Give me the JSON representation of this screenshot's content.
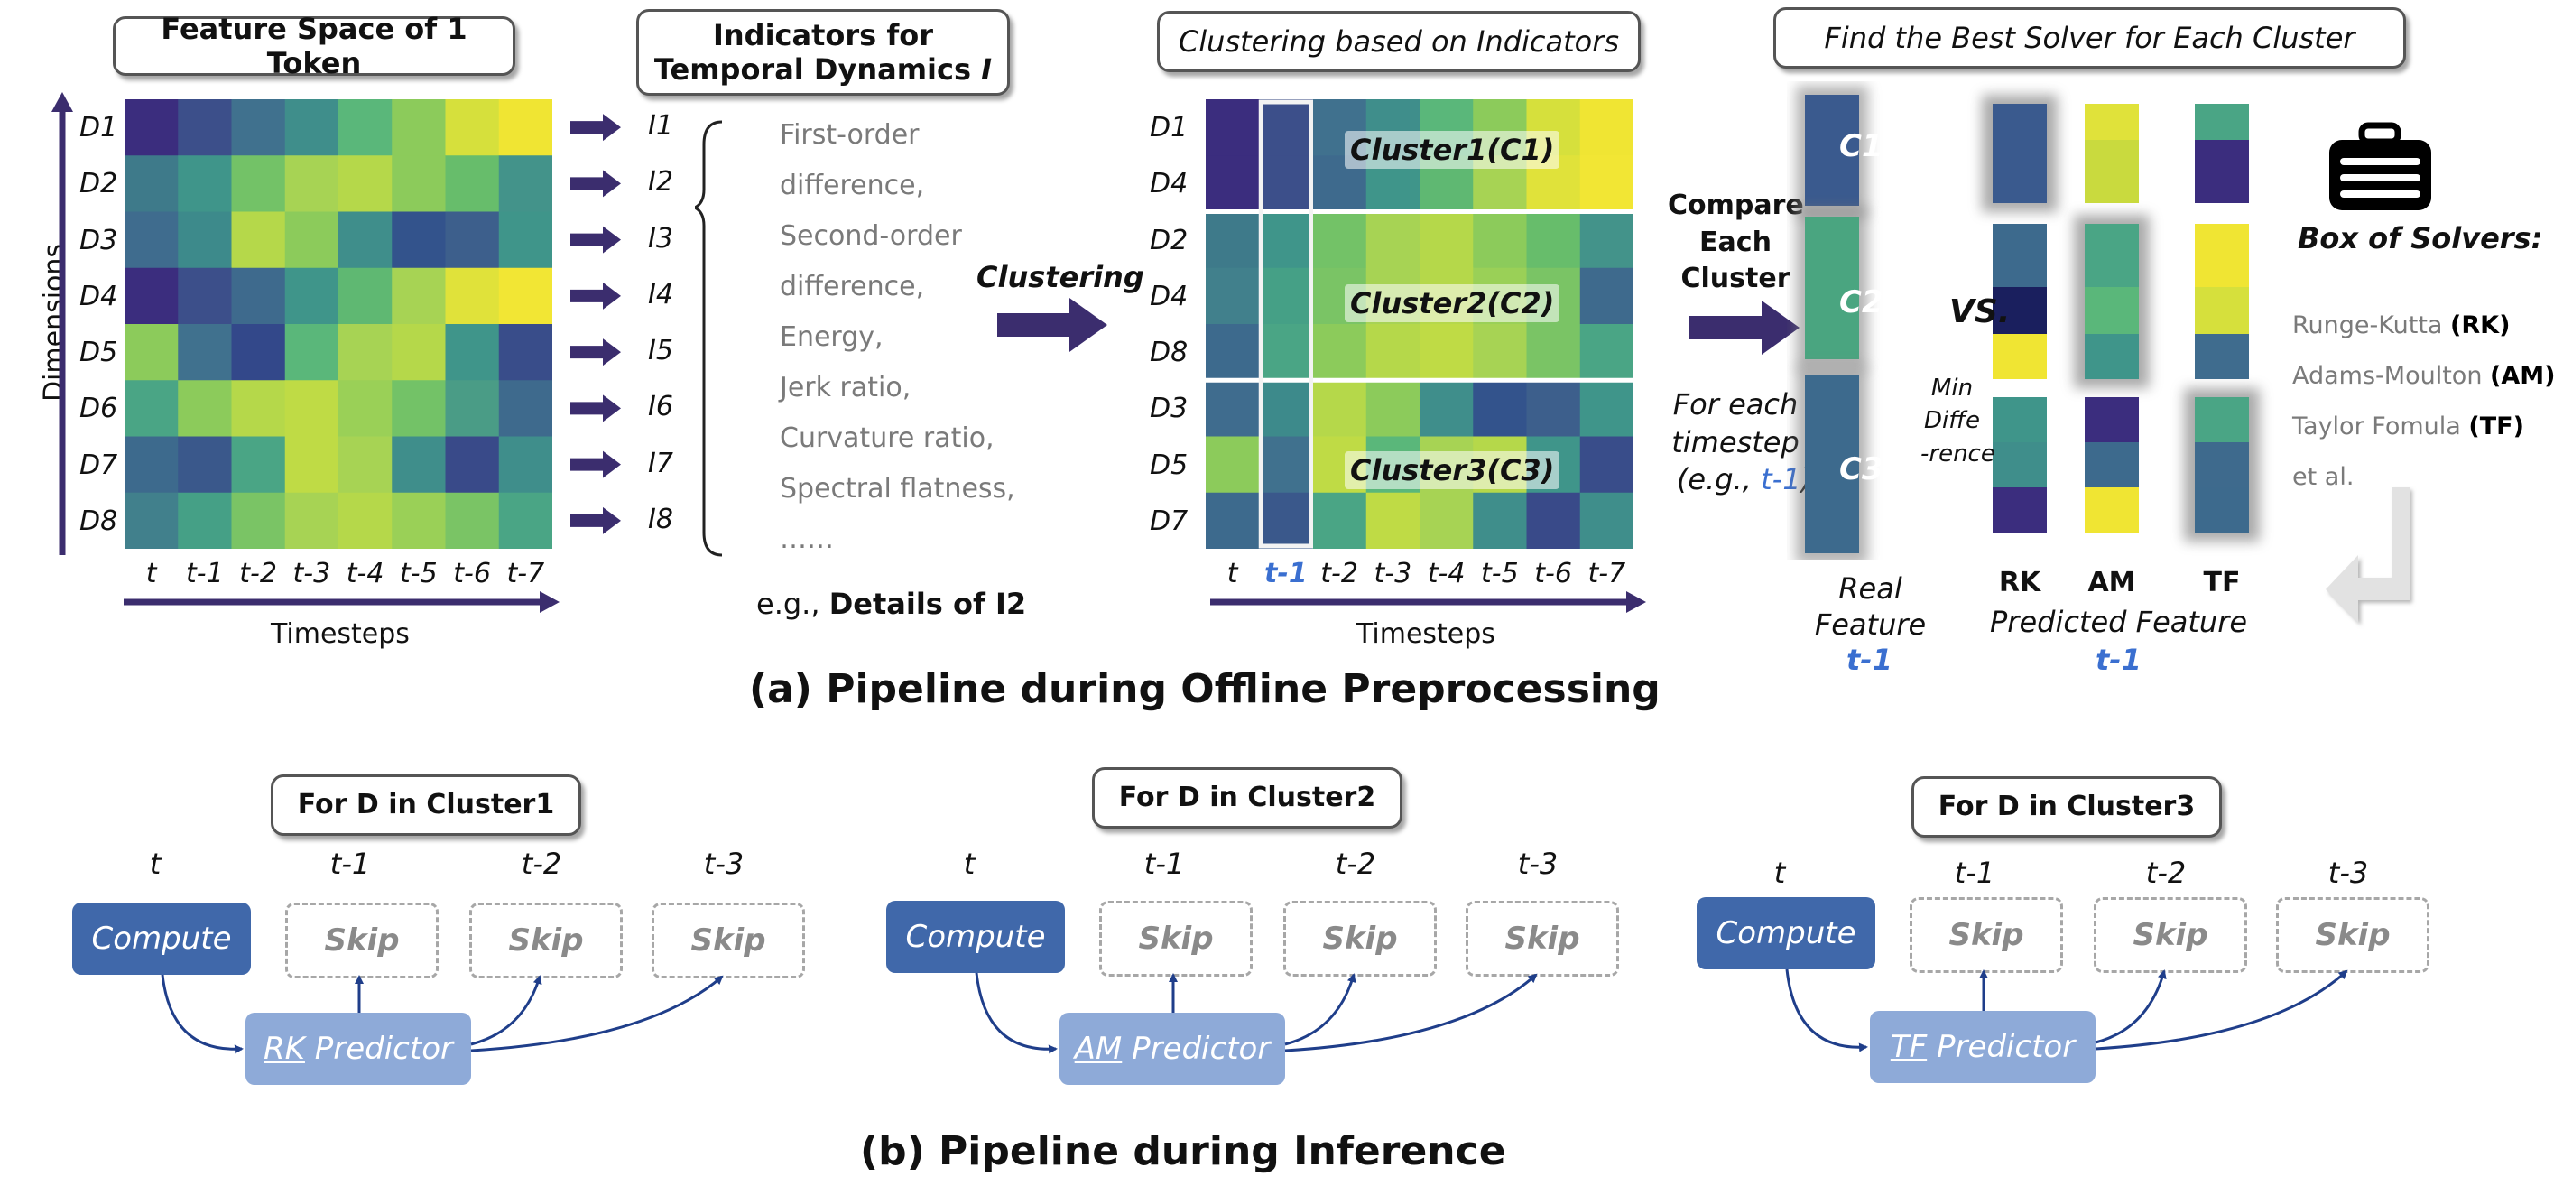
{
  "part_a": {
    "caption": "(a) Pipeline during Offline Preprocessing",
    "feature_space": {
      "title": "Feature Space of 1 Token",
      "dimensions_label": "Dimensions",
      "timesteps_label": "Timesteps",
      "rows": [
        "D1",
        "D2",
        "D3",
        "D4",
        "D5",
        "D6",
        "D7",
        "D8"
      ],
      "cols": [
        "t",
        "t-1",
        "t-2",
        "t-3",
        "t-4",
        "t-5",
        "t-6",
        "t-7"
      ],
      "grid": [
        [
          "#3b2d7e",
          "#3c4f8a",
          "#40718e",
          "#3f8e8b",
          "#5ab77a",
          "#8ccb5b",
          "#d6e03c",
          "#f0e533"
        ],
        [
          "#3e7a8a",
          "#3f958a",
          "#73c267",
          "#a7d354",
          "#b5d84a",
          "#8ccb5b",
          "#67bd6b",
          "#43938a"
        ],
        [
          "#3f6c8e",
          "#3d8a8b",
          "#b5d84a",
          "#8ccb5b",
          "#3f8e8b",
          "#33538c",
          "#3d5f8c",
          "#3f958a"
        ],
        [
          "#3b2d7e",
          "#3c4f8a",
          "#3e6a8d",
          "#3f958a",
          "#5fb872",
          "#a7d354",
          "#e0e23a",
          "#f2e634"
        ],
        [
          "#8ccb5b",
          "#40718e",
          "#33488a",
          "#5ab77a",
          "#a7d354",
          "#b5d84a",
          "#3f958a",
          "#394d8a"
        ],
        [
          "#4aa585",
          "#8ccb5b",
          "#b5d84a",
          "#bfdb45",
          "#9ad057",
          "#73c267",
          "#4a9c86",
          "#3e6a8d"
        ],
        [
          "#3d6a8d",
          "#3a588b",
          "#4aa585",
          "#bfdb45",
          "#a7d354",
          "#3f8e8b",
          "#394a89",
          "#3f8e8b"
        ],
        [
          "#41808c",
          "#45a086",
          "#7ac465",
          "#a7d354",
          "#b5d84a",
          "#9ad057",
          "#7ac465",
          "#4aa585"
        ]
      ]
    },
    "indicators": {
      "title_line1": "Indicators for",
      "title_line2": "Temporal Dynamics ",
      "title_symbol": "I",
      "labels": [
        "I1",
        "I2",
        "I3",
        "I4",
        "I5",
        "I6",
        "I7",
        "I8"
      ],
      "details": [
        "First-order",
        "difference,",
        "Second-order",
        "difference,",
        "Energy,",
        "Jerk ratio,",
        "Curvature ratio,",
        "Spectral flatness,",
        "……"
      ],
      "example_prefix": "e.g., ",
      "example_bold": "Details of I2"
    },
    "clustering": {
      "arrow_label": "Clustering",
      "title": "Clustering based on Indicators",
      "rows": [
        "D1",
        "D4",
        "D2",
        "D4",
        "D8",
        "D3",
        "D5",
        "D7"
      ],
      "cols": [
        "t",
        "t-1",
        "t-2",
        "t-3",
        "t-4",
        "t-5",
        "t-6",
        "t-7"
      ],
      "highlight_col": "t-1",
      "timesteps_label": "Timesteps",
      "clusters": [
        "Cluster1(C1)",
        "Cluster2(C2)",
        "Cluster3(C3)"
      ],
      "grid": [
        [
          "#3b2d7e",
          "#3c4f8a",
          "#40718e",
          "#3f8e8b",
          "#5ab77a",
          "#8ccb5b",
          "#d6e03c",
          "#f0e533"
        ],
        [
          "#3b2d7e",
          "#3c4f8a",
          "#3e6a8d",
          "#3f958a",
          "#5fb872",
          "#a7d354",
          "#e0e23a",
          "#f2e634"
        ],
        [
          "#3e7a8a",
          "#3f958a",
          "#73c267",
          "#a7d354",
          "#b5d84a",
          "#8ccb5b",
          "#67bd6b",
          "#43938a"
        ],
        [
          "#41808c",
          "#45a086",
          "#7ac465",
          "#a7d354",
          "#b5d84a",
          "#9ad057",
          "#7ac465",
          "#3e6a8d"
        ],
        [
          "#3d6a8d",
          "#4aa585",
          "#8ccb5b",
          "#b5d84a",
          "#bfdb45",
          "#a7d354",
          "#7ac465",
          "#4aa585"
        ],
        [
          "#3f6c8e",
          "#3d8a8b",
          "#b5d84a",
          "#8ccb5b",
          "#3f8e8b",
          "#33538c",
          "#3d5f8c",
          "#3f958a"
        ],
        [
          "#8ccb5b",
          "#40718e",
          "#bfdb45",
          "#5ab77a",
          "#a7d354",
          "#b5d84a",
          "#3f958a",
          "#394d8a"
        ],
        [
          "#3d6a8d",
          "#3a588b",
          "#4aa585",
          "#bfdb45",
          "#a7d354",
          "#3f8e8b",
          "#394a89",
          "#3f8e8b"
        ]
      ]
    },
    "compare": {
      "arrow_text": [
        "Compare",
        "Each",
        "Cluster"
      ],
      "timestep_text": [
        "For each",
        "timestep"
      ],
      "eg_prefix": "(e.g., ",
      "eg_value": "t-1",
      "eg_suffix": ")"
    },
    "solver": {
      "title": "Find the Best Solver for Each Cluster",
      "real_labels": [
        "C1",
        "C2",
        "C3"
      ],
      "real_feature_label": [
        "Real",
        "Feature"
      ],
      "real_feature_t": "t-1",
      "vs": "VS.",
      "min_diff": [
        "Min",
        "Diffe",
        "-rence"
      ],
      "solver_cols": [
        "RK",
        "AM",
        "TF"
      ],
      "predicted_label": "Predicted Feature",
      "predicted_t": "t-1",
      "box_label": "Box of Solvers:",
      "solvers": [
        {
          "name": "Runge-Kutta ",
          "abbr": "(RK)"
        },
        {
          "name": "Adams-Moulton ",
          "abbr": "(AM)"
        },
        {
          "name": "Taylor Fomula ",
          "abbr": "(TF)"
        },
        {
          "name": "et al.",
          "abbr": ""
        }
      ],
      "real_colors": [
        "#3a5a8e",
        "#3a5a8e",
        "#4aa580",
        "#4aa580",
        "#3d6a8d",
        "#3d6a8d"
      ],
      "rk_colors": [
        "#3a5a8e",
        "#3a5a8e",
        "#3d6a8d",
        "#1a1f5e",
        "#f0e533",
        "#3f958a",
        "#3f8e8b",
        "#3b2d7e"
      ],
      "am_colors": [
        "#e0e23a",
        "#c9da3e",
        "#4aa585",
        "#5ab77a",
        "#3f958a",
        "#3b2d7e",
        "#3d6a8d",
        "#f0e533"
      ],
      "tf_colors": [
        "#4aa585",
        "#3b2d7e",
        "#f0e533",
        "#d6e03c",
        "#3f6c8e",
        "#4aa585",
        "#3e6a8d",
        "#3d6a8d"
      ]
    }
  },
  "part_b": {
    "caption": "(b) Pipeline during Inference",
    "groups": [
      {
        "title": "For D in Cluster1",
        "timesteps": [
          "t",
          "t-1",
          "t-2",
          "t-3"
        ],
        "compute": "Compute",
        "skip": "Skip",
        "pred_abbr": "RK",
        "pred_suffix": " Predictor"
      },
      {
        "title": "For D in Cluster2",
        "timesteps": [
          "t",
          "t-1",
          "t-2",
          "t-3"
        ],
        "compute": "Compute",
        "skip": "Skip",
        "pred_abbr": "AM",
        "pred_suffix": " Predictor"
      },
      {
        "title": "For D in Cluster3",
        "timesteps": [
          "t",
          "t-1",
          "t-2",
          "t-3"
        ],
        "compute": "Compute",
        "skip": "Skip",
        "pred_abbr": "TF",
        "pred_suffix": " Predictor"
      }
    ]
  }
}
